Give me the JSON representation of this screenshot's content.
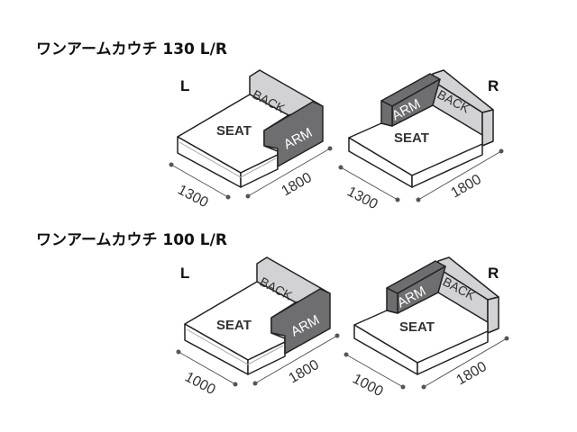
{
  "sections": [
    {
      "title": "ワンアームカウチ 130 L/R",
      "left": {
        "side": "L",
        "depth": "1300",
        "width": "1800"
      },
      "right": {
        "side": "R",
        "depth": "1300",
        "width": "1800"
      }
    },
    {
      "title": "ワンアームカウチ 100 L/R",
      "left": {
        "side": "L",
        "depth": "1000",
        "width": "1800"
      },
      "right": {
        "side": "R",
        "depth": "1000",
        "width": "1800"
      }
    }
  ],
  "parts": {
    "seat": "SEAT",
    "arm": "ARM",
    "back": "BACK"
  },
  "colors": {
    "arm": "#6e6e70",
    "back": "#d2d2d4",
    "seat": "#ffffff"
  }
}
